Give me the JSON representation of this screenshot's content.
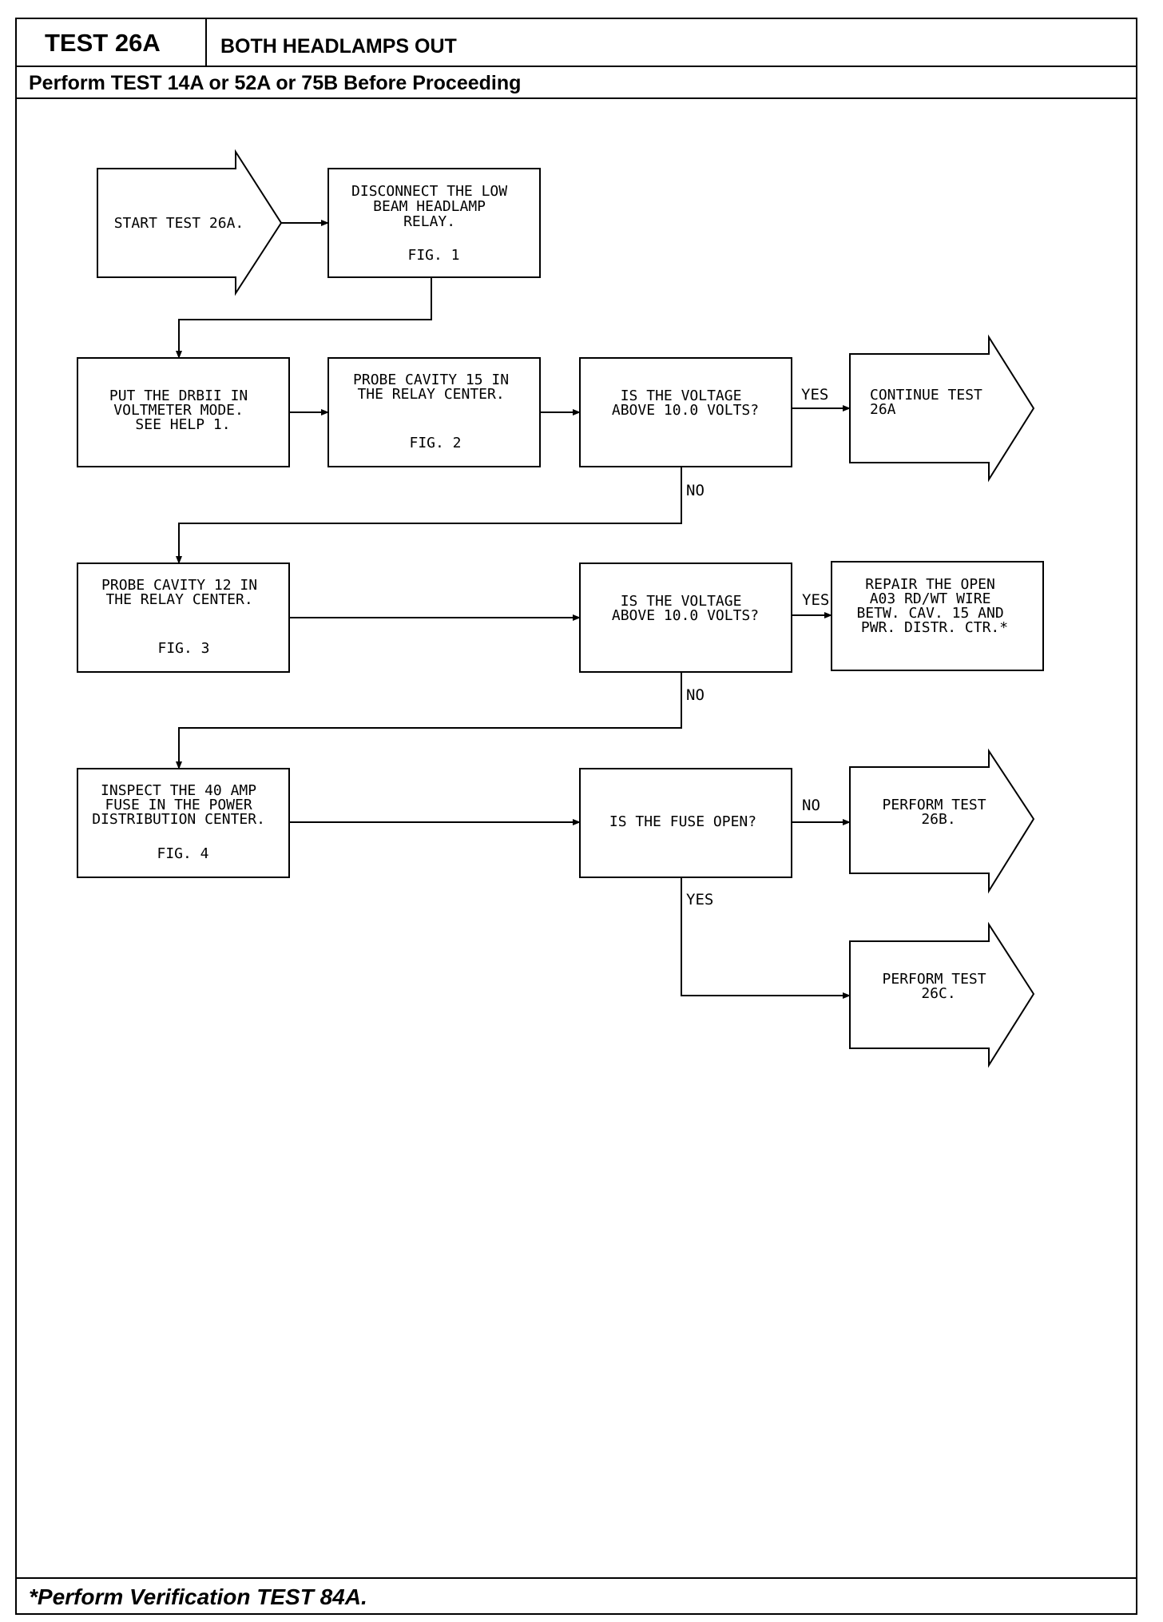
{
  "header": {
    "test_id": "TEST 26A",
    "title": "BOTH HEADLAMPS OUT",
    "prerequisite": "Perform TEST 14A or 52A or 75B Before Proceeding"
  },
  "flowchart": {
    "start": [
      "START TEST 26A."
    ],
    "disconnect": [
      "DISCONNECT THE LOW",
      "BEAM HEADLAMP",
      "RELAY.",
      "",
      "FIG. 1"
    ],
    "voltmeter": [
      "PUT THE DRBII IN",
      "VOLTMETER MODE.",
      "SEE HELP 1."
    ],
    "probe15": [
      "PROBE CAVITY 15 IN",
      "THE RELAY CENTER.",
      "",
      "",
      "FIG. 2"
    ],
    "question1": [
      "IS THE VOLTAGE",
      "ABOVE 10.0 VOLTS?"
    ],
    "continue": [
      "CONTINUE TEST",
      "26A"
    ],
    "probe12": [
      "PROBE CAVITY 12 IN",
      "THE RELAY CENTER.",
      "",
      "",
      "FIG. 3"
    ],
    "question2": [
      "IS THE VOLTAGE",
      "ABOVE 10.0 VOLTS?"
    ],
    "repair": [
      "REPAIR THE OPEN",
      "A03 RD/WT WIRE",
      "BETW. CAV. 15 AND",
      "PWR. DISTR. CTR.*"
    ],
    "inspect": [
      "INSPECT THE 40 AMP",
      "FUSE IN THE POWER",
      "DISTRIBUTION CENTER.",
      "",
      "FIG. 4"
    ],
    "question3": [
      "IS THE FUSE OPEN?"
    ],
    "perform26b": [
      "PERFORM TEST",
      "26B."
    ],
    "perform26c": [
      "PERFORM TEST",
      "26C."
    ],
    "labels": {
      "yes1": "YES",
      "no1": "NO",
      "yes2": "YES",
      "no2": "NO",
      "no3": "NO",
      "yes3": "YES"
    }
  },
  "footer": {
    "note": "*Perform Verification TEST 84A."
  }
}
